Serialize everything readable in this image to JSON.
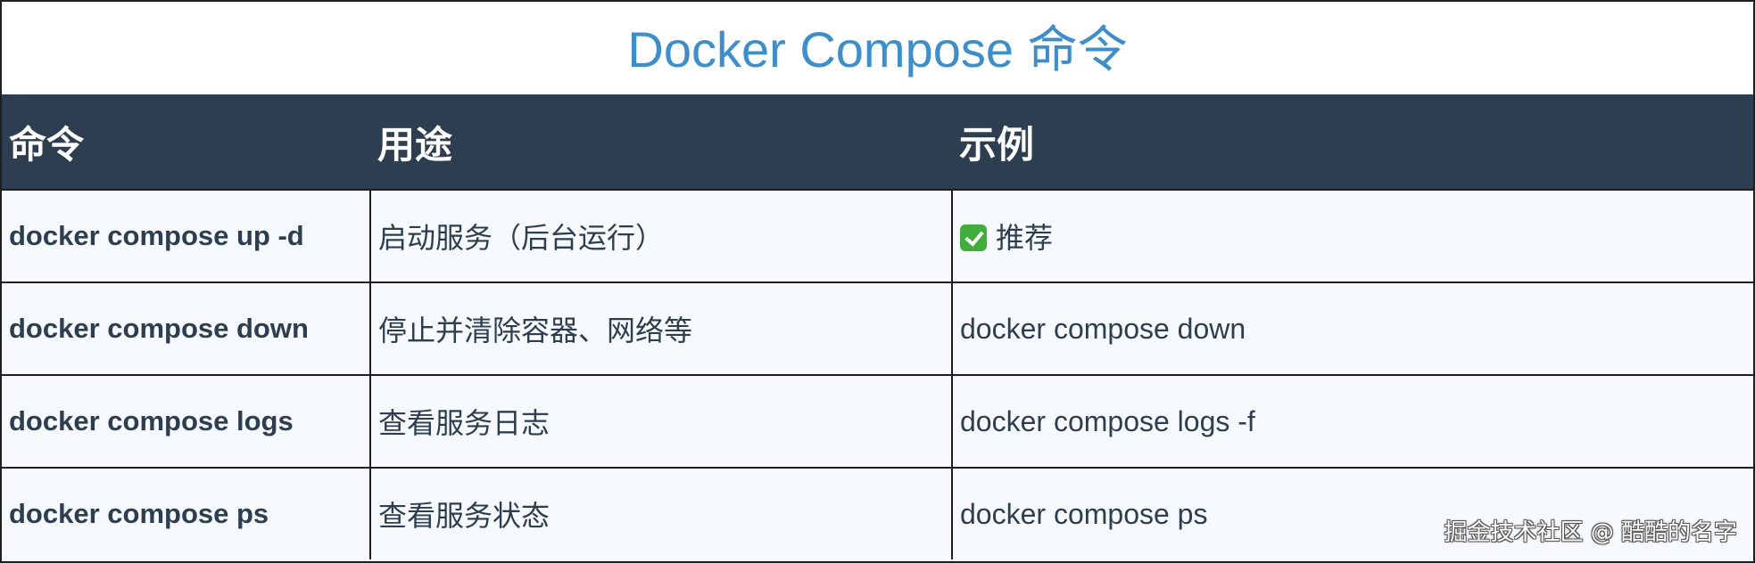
{
  "title": "Docker Compose 命令",
  "table": {
    "headers": [
      "命令",
      "用途",
      "示例"
    ],
    "rows": [
      {
        "command": "docker compose up -d",
        "purpose": "启动服务（后台运行）",
        "example": "推荐",
        "example_icon": "check-icon"
      },
      {
        "command": "docker compose down",
        "purpose": "停止并清除容器、网络等",
        "example": "docker compose down"
      },
      {
        "command": "docker compose logs",
        "purpose": "查看服务日志",
        "example": "docker compose logs -f"
      },
      {
        "command": "docker compose ps",
        "purpose": "查看服务状态",
        "example": "docker compose ps"
      }
    ]
  },
  "watermark": "掘金技术社区 @ 酷酷的名字",
  "colors": {
    "title": "#3a8fd0",
    "header_bg": "#2c3e50",
    "header_text": "#ffffff",
    "cell_text": "#2c3e50",
    "check": "#3fae3a"
  }
}
